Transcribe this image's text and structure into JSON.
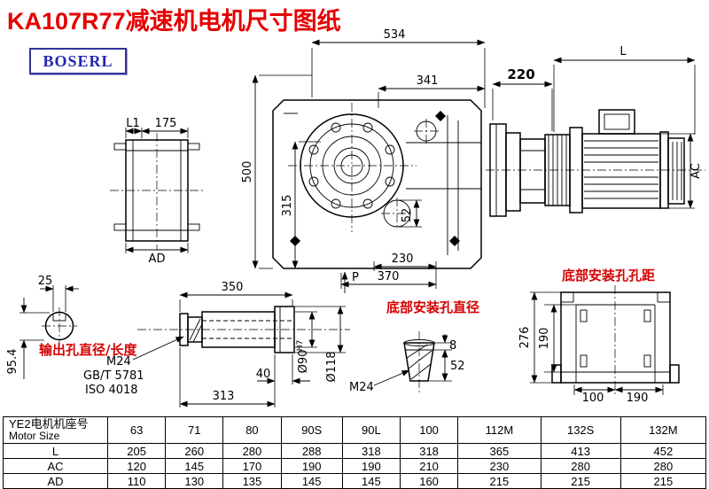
{
  "page": {
    "title": "KA107R77减速机电机尺寸图纸",
    "brand": "BOSERL"
  },
  "front_view": {
    "dim_total_width": "534",
    "dim_inner_width": "341",
    "dim_total_height": "500",
    "dim_center_height": "315",
    "dim_hole": "52",
    "dim_230": "230",
    "dim_370": "370",
    "label_p": "P"
  },
  "side_view": {
    "dim_220": "220",
    "dim_motor_length": "L",
    "dim_motor_diameter": "AC"
  },
  "flange_view": {
    "dim_l1": "L1",
    "dim_175": "175",
    "dim_ad": "AD"
  },
  "shaft_section": {
    "dim_key_width": "25",
    "dim_over_key": "95.4"
  },
  "shaft_view": {
    "dim_length": "350",
    "dim_hub": "40",
    "dim_313": "313",
    "label_output_red": "输出孔直径/长度",
    "thread": "M24",
    "std_gb": "GB/T 5781",
    "std_iso": "ISO 4018",
    "dia_bore": "Ø90",
    "dia_bore_tol": "H7",
    "dia_hub": "Ø118"
  },
  "bottom_hole_view": {
    "label_red": "底部安装孔直径",
    "thread": "M24",
    "dim_depth": "8",
    "dim_52": "52"
  },
  "rear_view": {
    "label_red": "底部安装孔孔距",
    "dim_276": "276",
    "dim_190_v": "190",
    "dim_100": "100",
    "dim_190_h": "190"
  },
  "table": {
    "header_cn": "YE2电机机座号",
    "header_en": "Motor Size",
    "sizes": [
      "63",
      "71",
      "80",
      "90S",
      "90L",
      "100",
      "112M",
      "132S",
      "132M"
    ],
    "rows": [
      {
        "label": "L",
        "values": [
          "205",
          "260",
          "280",
          "288",
          "318",
          "318",
          "365",
          "413",
          "452"
        ]
      },
      {
        "label": "AC",
        "values": [
          "120",
          "145",
          "170",
          "190",
          "190",
          "210",
          "230",
          "280",
          "280"
        ]
      },
      {
        "label": "AD",
        "values": [
          "110",
          "130",
          "135",
          "145",
          "145",
          "160",
          "215",
          "215",
          "215"
        ]
      }
    ]
  },
  "colors": {
    "title_red": "#e60000",
    "label_red": "#d60000",
    "brand_blue": "#2424b4"
  }
}
